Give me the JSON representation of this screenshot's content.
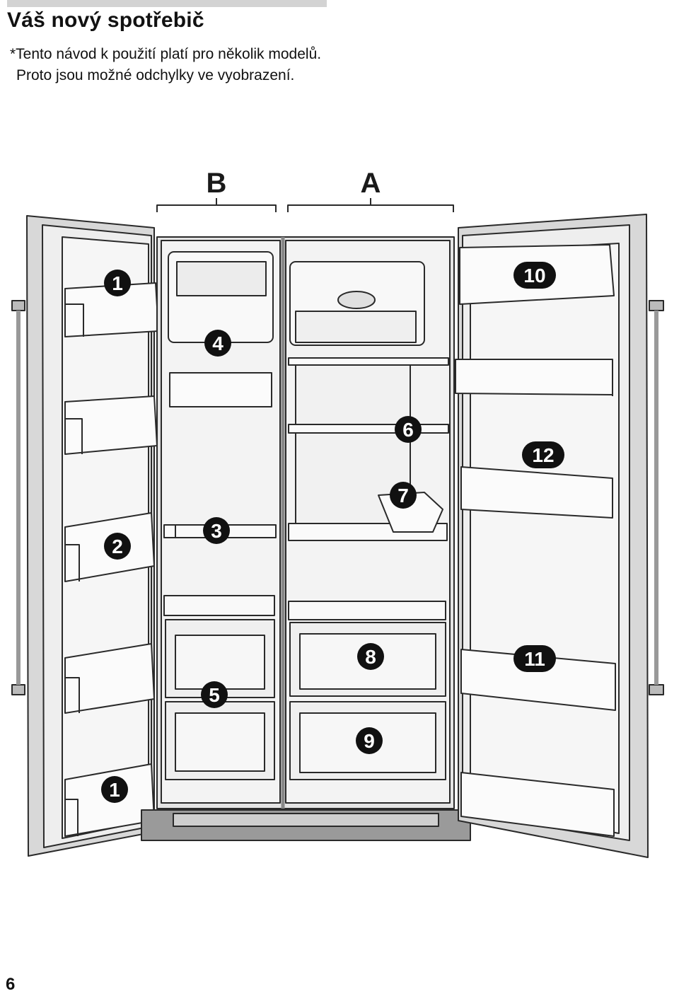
{
  "header": {
    "title": "Váš nový spotřebič",
    "note_line1": "*Tento návod k použití platí pro několik modelů.",
    "note_line2": "Proto jsou možné odchylky ve vyobrazení."
  },
  "illustration": {
    "sections": [
      {
        "id": "b",
        "label": "B"
      },
      {
        "id": "a",
        "label": "A"
      }
    ],
    "callouts": [
      {
        "id": "1-top",
        "label": "1"
      },
      {
        "id": "2",
        "label": "2"
      },
      {
        "id": "1-bottom",
        "label": "1"
      },
      {
        "id": "3",
        "label": "3"
      },
      {
        "id": "4",
        "label": "4"
      },
      {
        "id": "5",
        "label": "5"
      },
      {
        "id": "6",
        "label": "6"
      },
      {
        "id": "7",
        "label": "7"
      },
      {
        "id": "8",
        "label": "8"
      },
      {
        "id": "9",
        "label": "9"
      },
      {
        "id": "10",
        "label": "10"
      },
      {
        "id": "11",
        "label": "11"
      },
      {
        "id": "12",
        "label": "12"
      }
    ]
  },
  "footer": {
    "page_number": "6"
  }
}
